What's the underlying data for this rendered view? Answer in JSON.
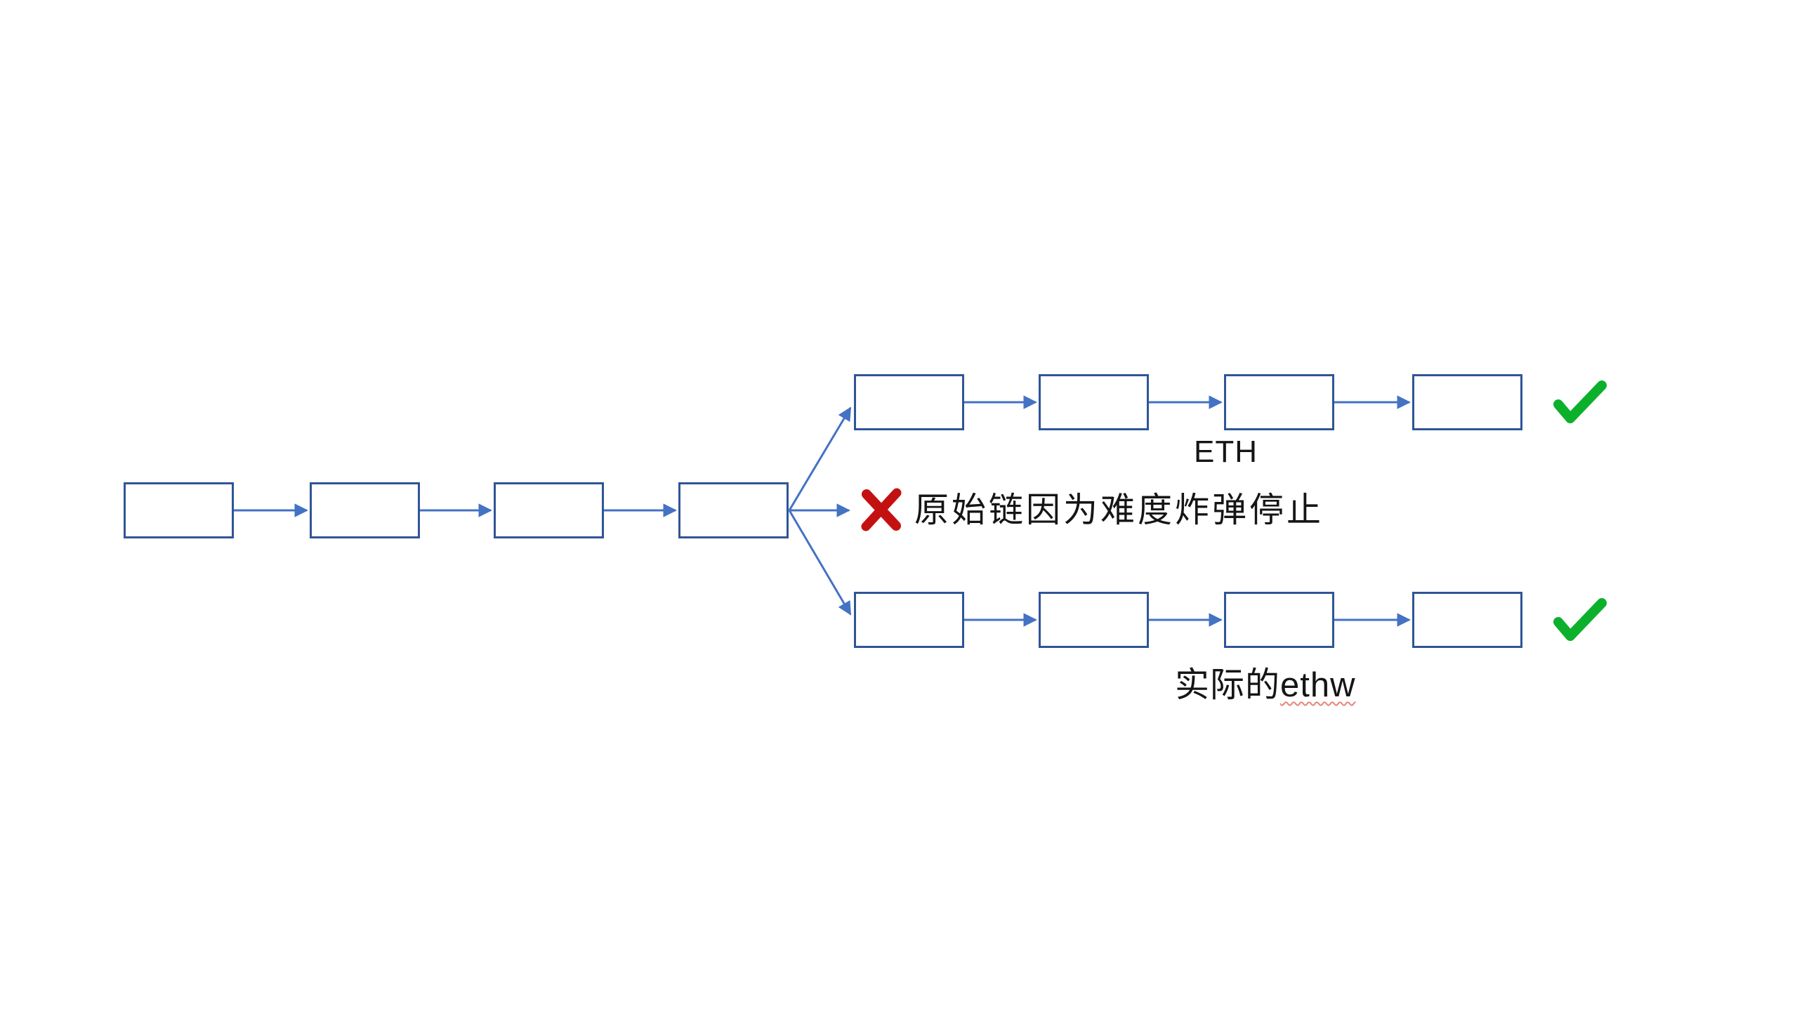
{
  "diagram": {
    "title": "blockchain-fork-diagram",
    "colors": {
      "background": "#ffffff",
      "box_border": "#2f5597",
      "arrow": "#4472c4",
      "check_green": "#0db02b",
      "x_red": "#c31111",
      "text": "#151515",
      "spellcheck_underline": "#e8837a"
    },
    "main_chain": {
      "id": "main",
      "block_count": 4
    },
    "branches": [
      {
        "id": "eth",
        "block_count": 4,
        "label": "ETH",
        "status": "accepted",
        "status_icon": "green-check-icon"
      },
      {
        "id": "original",
        "block_count": 0,
        "label": "原始链因为难度炸弹停止",
        "status": "rejected",
        "status_icon": "red-x-icon"
      },
      {
        "id": "ethw",
        "block_count": 4,
        "label_prefix": "实际的",
        "label_suffix": "ethw",
        "status": "accepted",
        "status_icon": "green-check-icon"
      }
    ]
  }
}
